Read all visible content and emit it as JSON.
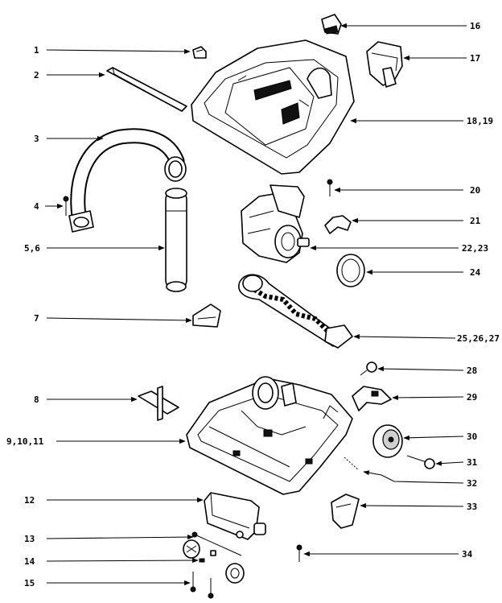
{
  "labels": {
    "l1": "1",
    "l2": "2",
    "l3": "3",
    "l4": "4",
    "l5": "5,6",
    "l7": "7",
    "l8": "8",
    "l9": "9,10,11",
    "l12": "12",
    "l13": "13",
    "l14": "14",
    "l15": "15",
    "l16": "16",
    "l17": "17",
    "l18": "18,19",
    "l20": "20",
    "l21": "21",
    "l22": "22,23",
    "l24": "24",
    "l25": "25,26,27",
    "l28": "28",
    "l29": "29",
    "l30": "30",
    "l31": "31",
    "l32": "32",
    "l33": "33",
    "l34": "34"
  }
}
